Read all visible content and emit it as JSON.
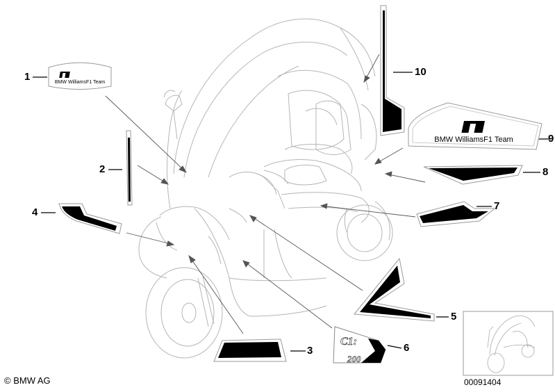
{
  "diagram": {
    "copyright": "© BMW AG",
    "document_number": "00091404",
    "decal_text_large": "BMW WilliamsF1 Team",
    "decal_text_small": "BMW WilliamsF1 Team",
    "decal_6_top_text": "C1:",
    "decal_6_bottom_text": "200",
    "callouts": [
      {
        "id": "1",
        "label": "1"
      },
      {
        "id": "2",
        "label": "2"
      },
      {
        "id": "3",
        "label": "3"
      },
      {
        "id": "4",
        "label": "4"
      },
      {
        "id": "5",
        "label": "5"
      },
      {
        "id": "6",
        "label": "6"
      },
      {
        "id": "7",
        "label": "7"
      },
      {
        "id": "8",
        "label": "8"
      },
      {
        "id": "9",
        "label": "9"
      },
      {
        "id": "10",
        "label": "10"
      }
    ]
  }
}
